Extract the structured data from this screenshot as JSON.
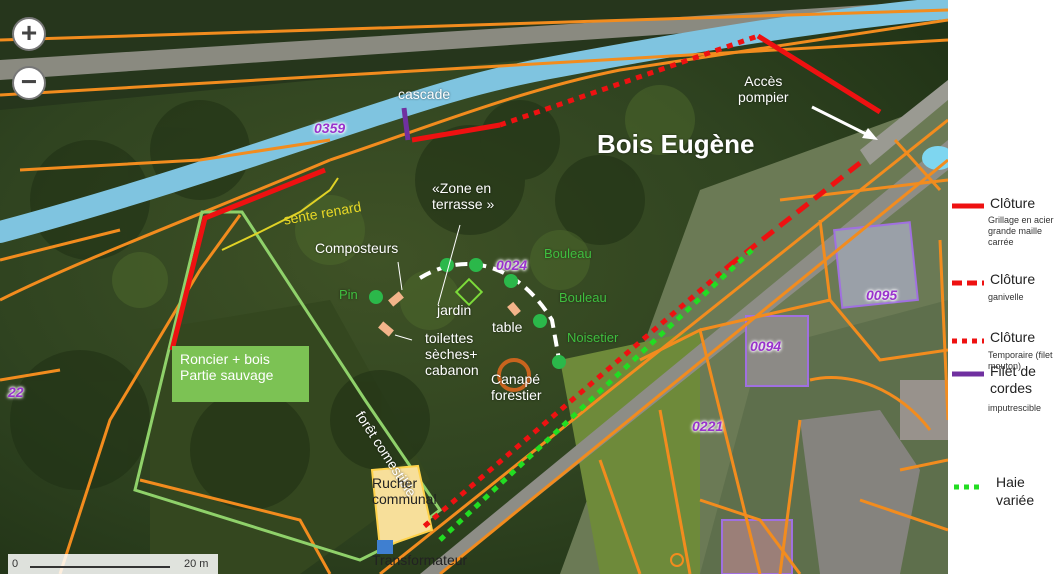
{
  "map": {
    "title": "Bois Eugène",
    "labels": {
      "cascade": "cascade",
      "acces": "Accès\npompier",
      "sente": "sente renard",
      "zone": "«Zone en\nterrasse »",
      "composteurs": "Composteurs",
      "jardin": "jardin",
      "table": "table",
      "toilettes": "toilettes\nsèches+\ncabanon",
      "canape": "Canapé\nforestier",
      "foret": "forêt comestible",
      "rucher": "Rucher\ncommunal",
      "transformateur": "Transformateur",
      "roncier": "Roncier + bois\nPartie sauvage"
    },
    "trees": {
      "pin": "Pin",
      "bouleau1": "Bouleau",
      "bouleau2": "Bouleau",
      "noisetier": "Noisetier"
    },
    "parcels": [
      "0359",
      "0024",
      "0095",
      "0094",
      "0221",
      "22"
    ],
    "zoom": {
      "in": "+",
      "out": "−"
    },
    "scale": {
      "zero": "0",
      "label": "20 m"
    }
  },
  "legend": {
    "items": [
      {
        "title": "Clôture",
        "subtitle": "Grillage en acier grande maille carrée",
        "style": "solid",
        "color": "#ee1111"
      },
      {
        "title": "Clôture",
        "subtitle": "ganivelle",
        "style": "dashed",
        "color": "#ee1111"
      },
      {
        "title": "Clôture",
        "subtitle": "Temporaire (filet mouton)",
        "style": "dotted",
        "color": "#ee1111"
      },
      {
        "title": "Filet de cordes",
        "subtitle": "imputrescible",
        "style": "solid",
        "color": "#7030a0"
      },
      {
        "title": "Haie variée",
        "subtitle": "",
        "style": "dotted",
        "color": "#22dd22"
      }
    ]
  },
  "colors": {
    "boundary": "#f28c1e",
    "river": "#7fc4e0",
    "zone_outline": "#8fd16a",
    "roncier_box": "#7cc254",
    "parcel_text": "#9933cc"
  }
}
